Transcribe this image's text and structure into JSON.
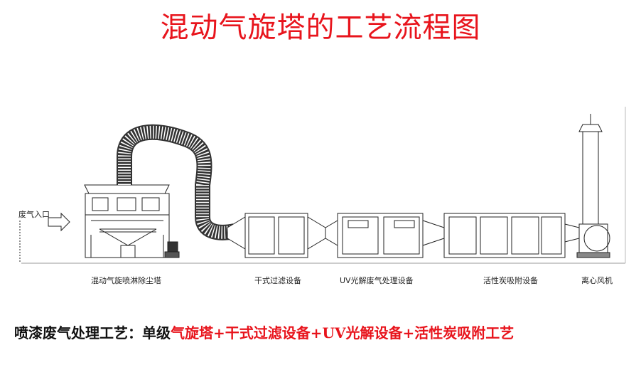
{
  "title": "混动气旋塔的工艺流程图",
  "diagram": {
    "inlet_label": "废气入口",
    "equipment": [
      {
        "label": "混动气旋喷淋除尘塔"
      },
      {
        "label": "干式过滤设备"
      },
      {
        "label": "UV光解废气处理设备"
      },
      {
        "label": "活性炭吸附设备"
      },
      {
        "label": "离心风机"
      }
    ]
  },
  "process": {
    "prefix": "喷漆废气处理工艺：单级",
    "steps": "气旋塔+干式过滤设备+UV光解设备+活性炭吸附工艺"
  }
}
